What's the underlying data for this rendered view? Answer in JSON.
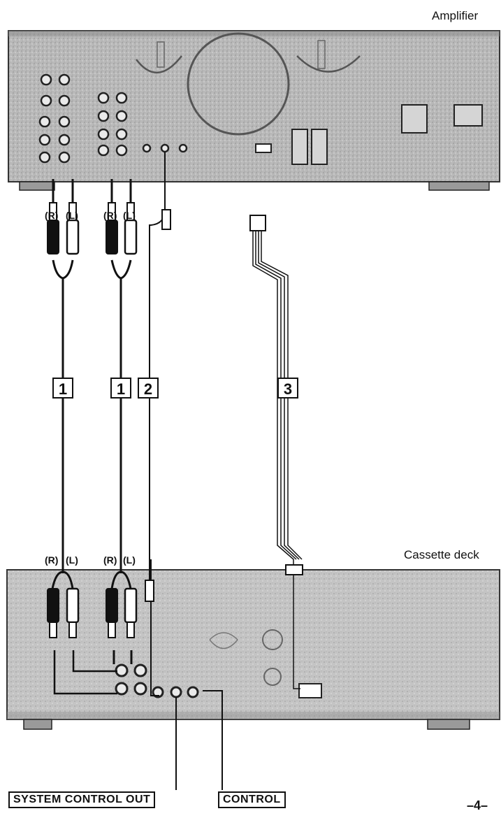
{
  "devices": {
    "amplifier": {
      "title": "Amplifier"
    },
    "cassette": {
      "title": "Cassette deck"
    }
  },
  "plug_labels": {
    "right": "(R)",
    "left": "(L)"
  },
  "cable_numbers": [
    "1",
    "1",
    "2",
    "3"
  ],
  "bottom_labels": {
    "system_control_out": "SYSTEM CONTROL OUT",
    "control": "CONTROL"
  },
  "page_number": "–4–",
  "icons": [
    "rca-plug-red-icon",
    "rca-plug-white-icon",
    "mini-plug-icon",
    "flat-connector-icon"
  ]
}
